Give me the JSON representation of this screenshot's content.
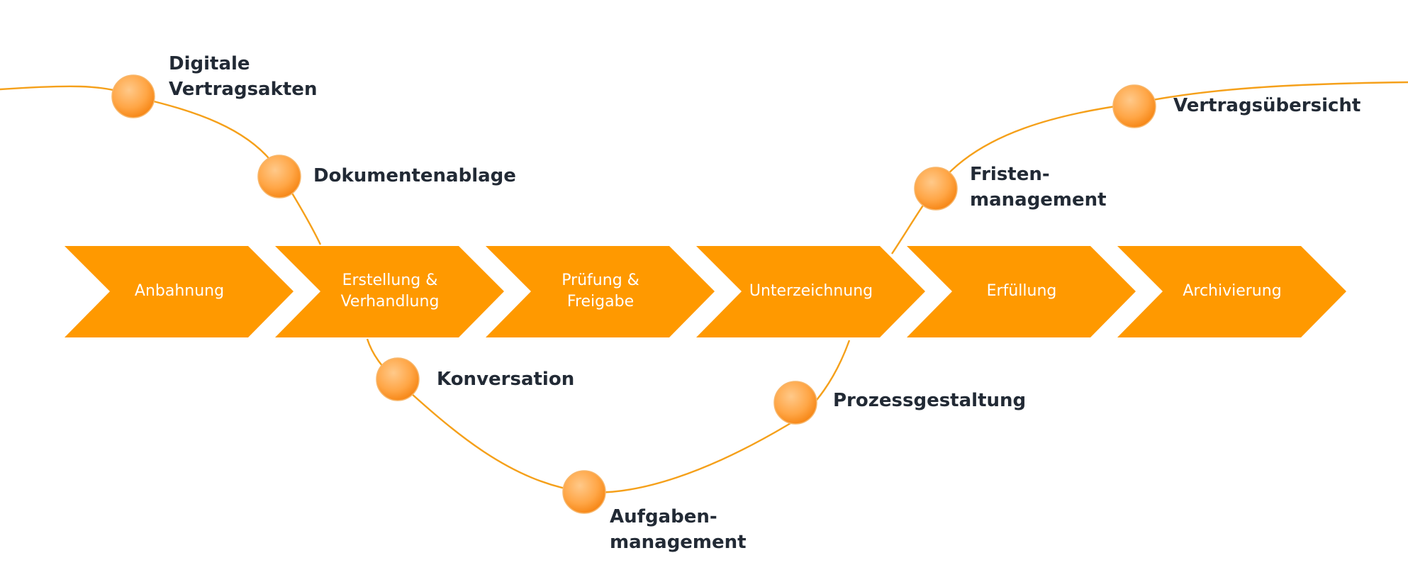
{
  "colors": {
    "chevron": "#ff9900",
    "curve": "#f5a01a",
    "node_light": "#ffc98a",
    "node_dark": "#f5820f",
    "text_dark": "#222a35"
  },
  "process_steps": [
    {
      "label": "Anbahnung"
    },
    {
      "label": "Erstellung &\nVerhandlung"
    },
    {
      "label": "Prüfung &\nFreigabe"
    },
    {
      "label": "Unterzeichnung"
    },
    {
      "label": "Erfüllung"
    },
    {
      "label": "Archivierung"
    }
  ],
  "milestones": [
    {
      "label": "Digitale\nVertragsakten"
    },
    {
      "label": "Dokumentenablage"
    },
    {
      "label": "Konversation"
    },
    {
      "label": "Aufgaben-\nmanagement"
    },
    {
      "label": "Prozessgestaltung"
    },
    {
      "label": "Fristen-\nmanagement"
    },
    {
      "label": "Vertragsübersicht"
    }
  ]
}
